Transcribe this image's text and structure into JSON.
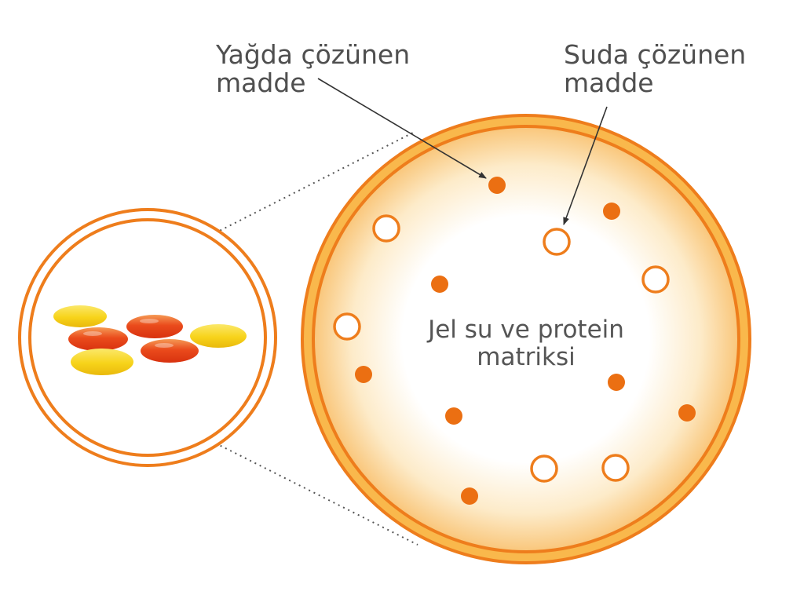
{
  "labels": {
    "fat_soluble": [
      "Yağda çözünen",
      "madde"
    ],
    "water_soluble": [
      "Suda çözünen",
      "madde"
    ],
    "matrix": [
      "Jel su ve protein",
      "matriksi"
    ]
  },
  "colors": {
    "ring_orange": "#ee7d1c",
    "rim_fill": "#f9b84c",
    "filled_dot": "#eb6f12",
    "capsule_yellow": "#f7d31a",
    "capsule_red": "#e8401a",
    "text": "#4f4f4f"
  },
  "legend_icons": {
    "fat_soluble_marker": "filled-circle",
    "water_soluble_marker": "hollow-circle"
  }
}
